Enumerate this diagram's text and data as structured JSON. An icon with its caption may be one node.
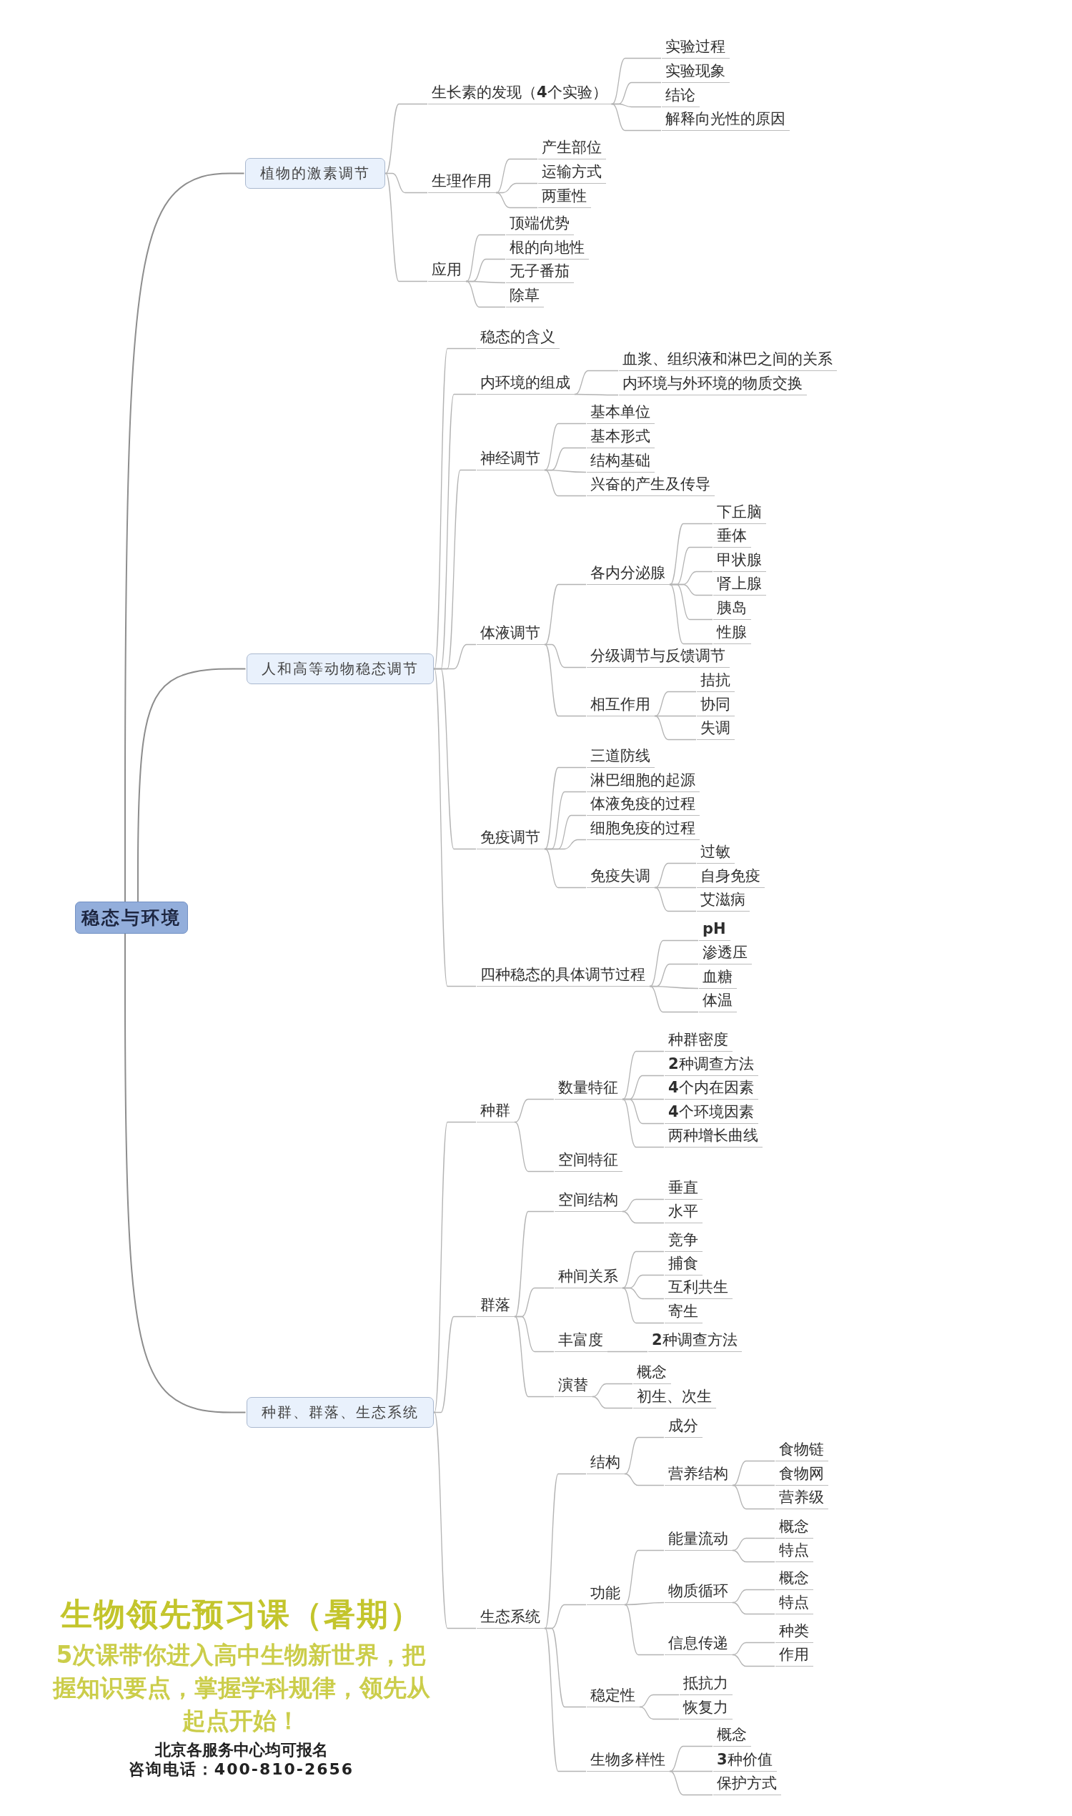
{
  "diagram": {
    "nodes": [
      {
        "text": [
          "稳态与环境"
        ]
      },
      {
        "text": [
          "植物的激素调节"
        ]
      },
      {
        "text": [
          "生长素的发现（**4**个实验）"
        ]
      },
      {
        "text": [
          "实验过程"
        ]
      },
      {
        "text": [
          "实验现象"
        ]
      },
      {
        "text": [
          "结论"
        ]
      },
      {
        "text": [
          "解释向光性的原因"
        ]
      },
      {
        "text": [
          "生理作用"
        ]
      },
      {
        "text": [
          "产生部位"
        ]
      },
      {
        "text": [
          "运输方式"
        ]
      },
      {
        "text": [
          "两重性"
        ]
      },
      {
        "text": [
          "应用"
        ]
      },
      {
        "text": [
          "顶端优势"
        ]
      },
      {
        "text": [
          "根的向地性"
        ]
      },
      {
        "text": [
          "无子番茄"
        ]
      },
      {
        "text": [
          "除草"
        ]
      },
      {
        "text": [
          "人和高等动物稳态调节"
        ]
      },
      {
        "text": [
          "稳态的含义"
        ]
      },
      {
        "text": [
          "内环境的组成"
        ]
      },
      {
        "text": [
          "血浆、组织液和淋巴之间的关系"
        ]
      },
      {
        "text": [
          "内环境与外环境的物质交换"
        ]
      },
      {
        "text": [
          "神经调节"
        ]
      },
      {
        "text": [
          "基本单位"
        ]
      },
      {
        "text": [
          "基本形式"
        ]
      },
      {
        "text": [
          "结构基础"
        ]
      },
      {
        "text": [
          "兴奋的产生及传导"
        ]
      },
      {
        "text": [
          "体液调节"
        ]
      },
      {
        "text": [
          "各内分泌腺"
        ]
      },
      {
        "text": [
          "下丘脑"
        ]
      },
      {
        "text": [
          "垂体"
        ]
      },
      {
        "text": [
          "甲状腺"
        ]
      },
      {
        "text": [
          "肾上腺"
        ]
      },
      {
        "text": [
          "胰岛"
        ]
      },
      {
        "text": [
          "性腺"
        ]
      },
      {
        "text": [
          "分级调节与反馈调节"
        ]
      },
      {
        "text": [
          "相互作用"
        ]
      },
      {
        "text": [
          "拮抗"
        ]
      },
      {
        "text": [
          "协同"
        ]
      },
      {
        "text": [
          "失调"
        ]
      },
      {
        "text": [
          "免疫调节"
        ]
      },
      {
        "text": [
          "三道防线"
        ]
      },
      {
        "text": [
          "淋巴细胞的起源"
        ]
      },
      {
        "text": [
          "体液免疫的过程"
        ]
      },
      {
        "text": [
          "细胞免疫的过程"
        ]
      },
      {
        "text": [
          "免疫失调"
        ]
      },
      {
        "text": [
          "过敏"
        ]
      },
      {
        "text": [
          "自身免疫"
        ]
      },
      {
        "text": [
          "艾滋病"
        ]
      },
      {
        "text": [
          "四种稳态的具体调节过程"
        ]
      },
      {
        "text": [
          "pH"
        ]
      },
      {
        "text": [
          "渗透压"
        ]
      },
      {
        "text": [
          "血糖"
        ]
      },
      {
        "text": [
          "体温"
        ]
      },
      {
        "text": [
          "种群、群落、生态系统"
        ]
      },
      {
        "text": [
          "种群"
        ]
      },
      {
        "text": [
          "数量特征"
        ]
      },
      {
        "text": [
          "种群密度"
        ]
      },
      {
        "text": [
          "**2**种调查方法"
        ]
      },
      {
        "text": [
          "**4**个内在因素"
        ]
      },
      {
        "text": [
          "**4**个环境因素"
        ]
      },
      {
        "text": [
          "两种增长曲线"
        ]
      },
      {
        "text": [
          "空间特征"
        ]
      },
      {
        "text": [
          "群落"
        ]
      },
      {
        "text": [
          "空间结构"
        ]
      },
      {
        "text": [
          "垂直"
        ]
      },
      {
        "text": [
          "水平"
        ]
      },
      {
        "text": [
          "种间关系"
        ]
      },
      {
        "text": [
          "竞争"
        ]
      },
      {
        "text": [
          "捕食"
        ]
      },
      {
        "text": [
          "互利共生"
        ]
      },
      {
        "text": [
          "寄生"
        ]
      },
      {
        "text": [
          "丰富度"
        ]
      },
      {
        "text": [
          "**2**种调查方法"
        ]
      },
      {
        "text": [
          "演替"
        ]
      },
      {
        "text": [
          "概念"
        ]
      },
      {
        "text": [
          "初生、次生"
        ]
      },
      {
        "text": [
          "生态系统"
        ]
      },
      {
        "text": [
          "结构"
        ]
      },
      {
        "text": [
          "成分"
        ]
      },
      {
        "text": [
          "营养结构"
        ]
      },
      {
        "text": [
          "食物链"
        ]
      },
      {
        "text": [
          "食物网"
        ]
      },
      {
        "text": [
          "营养级"
        ]
      },
      {
        "text": [
          "功能"
        ]
      },
      {
        "text": [
          "能量流动"
        ]
      },
      {
        "text": [
          "概念"
        ]
      },
      {
        "text": [
          "特点"
        ]
      },
      {
        "text": [
          "物质循环"
        ]
      },
      {
        "text": [
          "概念"
        ]
      },
      {
        "text": [
          "特点"
        ]
      },
      {
        "text": [
          "信息传递"
        ]
      },
      {
        "text": [
          "种类"
        ]
      },
      {
        "text": [
          "作用"
        ]
      },
      {
        "text": [
          "稳定性"
        ]
      },
      {
        "text": [
          "抵抗力"
        ]
      },
      {
        "text": [
          "恢复力"
        ]
      },
      {
        "text": [
          "生物多样性"
        ]
      },
      {
        "text": [
          "概念"
        ]
      },
      {
        "text": [
          "**3**种价值"
        ]
      },
      {
        "text": [
          "保护方式"
        ]
      }
    ],
    "edges": [
      {
        "from": 0,
        "to": 1,
        "arrow": "none"
      },
      {
        "from": 1,
        "to": 2,
        "arrow": "none"
      },
      {
        "from": 2,
        "to": 3,
        "arrow": "none"
      },
      {
        "from": 2,
        "to": 4,
        "arrow": "none"
      },
      {
        "from": 2,
        "to": 5,
        "arrow": "none"
      },
      {
        "from": 2,
        "to": 6,
        "arrow": "none"
      },
      {
        "from": 1,
        "to": 7,
        "arrow": "none"
      },
      {
        "from": 7,
        "to": 8,
        "arrow": "none"
      },
      {
        "from": 7,
        "to": 9,
        "arrow": "none"
      },
      {
        "from": 7,
        "to": 10,
        "arrow": "none"
      },
      {
        "from": 1,
        "to": 11,
        "arrow": "none"
      },
      {
        "from": 11,
        "to": 12,
        "arrow": "none"
      },
      {
        "from": 11,
        "to": 13,
        "arrow": "none"
      },
      {
        "from": 11,
        "to": 14,
        "arrow": "none"
      },
      {
        "from": 11,
        "to": 15,
        "arrow": "none"
      },
      {
        "from": 0,
        "to": 16,
        "arrow": "none"
      },
      {
        "from": 16,
        "to": 17,
        "arrow": "none"
      },
      {
        "from": 16,
        "to": 18,
        "arrow": "none"
      },
      {
        "from": 18,
        "to": 19,
        "arrow": "none"
      },
      {
        "from": 18,
        "to": 20,
        "arrow": "none"
      },
      {
        "from": 16,
        "to": 21,
        "arrow": "none"
      },
      {
        "from": 21,
        "to": 22,
        "arrow": "none"
      },
      {
        "from": 21,
        "to": 23,
        "arrow": "none"
      },
      {
        "from": 21,
        "to": 24,
        "arrow": "none"
      },
      {
        "from": 21,
        "to": 25,
        "arrow": "none"
      },
      {
        "from": 16,
        "to": 26,
        "arrow": "none"
      },
      {
        "from": 26,
        "to": 27,
        "arrow": "none"
      },
      {
        "from": 27,
        "to": 28,
        "arrow": "none"
      },
      {
        "from": 27,
        "to": 29,
        "arrow": "none"
      },
      {
        "from": 27,
        "to": 30,
        "arrow": "none"
      },
      {
        "from": 27,
        "to": 31,
        "arrow": "none"
      },
      {
        "from": 27,
        "to": 32,
        "arrow": "none"
      },
      {
        "from": 27,
        "to": 33,
        "arrow": "none"
      },
      {
        "from": 26,
        "to": 34,
        "arrow": "none"
      },
      {
        "from": 26,
        "to": 35,
        "arrow": "none"
      },
      {
        "from": 35,
        "to": 36,
        "arrow": "none"
      },
      {
        "from": 35,
        "to": 37,
        "arrow": "none"
      },
      {
        "from": 35,
        "to": 38,
        "arrow": "none"
      },
      {
        "from": 16,
        "to": 39,
        "arrow": "none"
      },
      {
        "from": 39,
        "to": 40,
        "arrow": "none"
      },
      {
        "from": 39,
        "to": 41,
        "arrow": "none"
      },
      {
        "from": 39,
        "to": 42,
        "arrow": "none"
      },
      {
        "from": 39,
        "to": 43,
        "arrow": "none"
      },
      {
        "from": 39,
        "to": 44,
        "arrow": "none"
      },
      {
        "from": 44,
        "to": 45,
        "arrow": "none"
      },
      {
        "from": 44,
        "to": 46,
        "arrow": "none"
      },
      {
        "from": 44,
        "to": 47,
        "arrow": "none"
      },
      {
        "from": 16,
        "to": 48,
        "arrow": "none"
      },
      {
        "from": 48,
        "to": 49,
        "arrow": "none"
      },
      {
        "from": 48,
        "to": 50,
        "arrow": "none"
      },
      {
        "from": 48,
        "to": 51,
        "arrow": "none"
      },
      {
        "from": 48,
        "to": 52,
        "arrow": "none"
      },
      {
        "from": 0,
        "to": 53,
        "arrow": "none"
      },
      {
        "from": 53,
        "to": 54,
        "arrow": "none"
      },
      {
        "from": 54,
        "to": 55,
        "arrow": "none"
      },
      {
        "from": 55,
        "to": 56,
        "arrow": "none"
      },
      {
        "from": 55,
        "to": 57,
        "arrow": "none"
      },
      {
        "from": 55,
        "to": 58,
        "arrow": "none"
      },
      {
        "from": 55,
        "to": 59,
        "arrow": "none"
      },
      {
        "from": 55,
        "to": 60,
        "arrow": "none"
      },
      {
        "from": 54,
        "to": 61,
        "arrow": "none"
      },
      {
        "from": 53,
        "to": 62,
        "arrow": "none"
      },
      {
        "from": 62,
        "to": 63,
        "arrow": "none"
      },
      {
        "from": 63,
        "to": 64,
        "arrow": "none"
      },
      {
        "from": 63,
        "to": 65,
        "arrow": "none"
      },
      {
        "from": 62,
        "to": 66,
        "arrow": "none"
      },
      {
        "from": 66,
        "to": 67,
        "arrow": "none"
      },
      {
        "from": 66,
        "to": 68,
        "arrow": "none"
      },
      {
        "from": 66,
        "to": 69,
        "arrow": "none"
      },
      {
        "from": 66,
        "to": 70,
        "arrow": "none"
      },
      {
        "from": 62,
        "to": 71,
        "arrow": "none"
      },
      {
        "from": 71,
        "to": 72,
        "arrow": "none"
      },
      {
        "from": 62,
        "to": 73,
        "arrow": "none"
      },
      {
        "from": 73,
        "to": 74,
        "arrow": "none"
      },
      {
        "from": 73,
        "to": 75,
        "arrow": "none"
      },
      {
        "from": 53,
        "to": 76,
        "arrow": "none"
      },
      {
        "from": 76,
        "to": 77,
        "arrow": "none"
      },
      {
        "from": 77,
        "to": 78,
        "arrow": "none"
      },
      {
        "from": 77,
        "to": 79,
        "arrow": "none"
      },
      {
        "from": 79,
        "to": 80,
        "arrow": "none"
      },
      {
        "from": 79,
        "to": 81,
        "arrow": "none"
      },
      {
        "from": 79,
        "to": 82,
        "arrow": "none"
      },
      {
        "from": 76,
        "to": 83,
        "arrow": "none"
      },
      {
        "from": 83,
        "to": 84,
        "arrow": "none"
      },
      {
        "from": 84,
        "to": 85,
        "arrow": "none"
      },
      {
        "from": 84,
        "to": 86,
        "arrow": "none"
      },
      {
        "from": 83,
        "to": 87,
        "arrow": "none"
      },
      {
        "from": 87,
        "to": 88,
        "arrow": "none"
      },
      {
        "from": 87,
        "to": 89,
        "arrow": "none"
      },
      {
        "from": 83,
        "to": 90,
        "arrow": "none"
      },
      {
        "from": 90,
        "to": 91,
        "arrow": "none"
      },
      {
        "from": 90,
        "to": 92,
        "arrow": "none"
      },
      {
        "from": 76,
        "to": 93,
        "arrow": "none"
      },
      {
        "from": 93,
        "to": 94,
        "arrow": "none"
      },
      {
        "from": 93,
        "to": 95,
        "arrow": "none"
      },
      {
        "from": 76,
        "to": 96,
        "arrow": "none"
      },
      {
        "from": 96,
        "to": 97,
        "arrow": "none"
      },
      {
        "from": 96,
        "to": 98,
        "arrow": "none"
      },
      {
        "from": 96,
        "to": 99,
        "arrow": "none"
      }
    ],
    "labels": [
      "生物领先预习课（暑期）",
      "5次课带你进入高中生物新世界，把握知识要点，掌握学科规律，领先从起点开始！",
      "北京各服务中心均可报名",
      "咨询电话：400-810-2656"
    ]
  }
}
